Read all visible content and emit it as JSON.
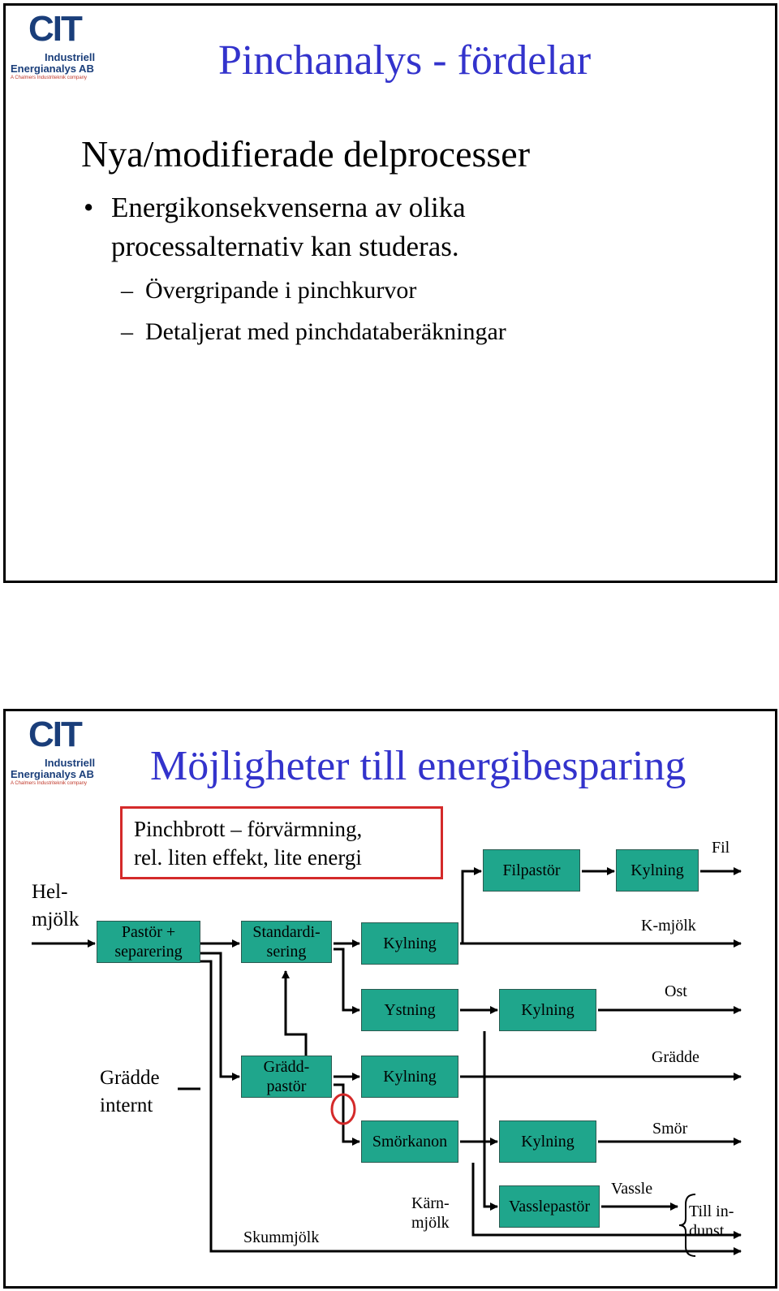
{
  "logo": {
    "mark": "CIT",
    "line1": "Industriell",
    "line2": "Energianalys AB",
    "line3": "A Chalmers Industriteknik company"
  },
  "slide1": {
    "title": "Pinchanalys - fördelar",
    "heading": "Nya/modifierade delprocesser",
    "bullet_marker": "•",
    "bullet": "Energikonsekvenserna av olika processalternativ kan studeras.",
    "sub_marker": "–",
    "subitems": [
      "Övergripande i pinchkurvor",
      "Detaljerat med pinchdataberäkningar"
    ]
  },
  "slide2": {
    "title": "Möjligheter till energibesparing",
    "note": [
      "Pinchbrott – förvärmning,",
      "rel. liten effekt, lite energi"
    ],
    "input_label": [
      "Hel-",
      "mjölk"
    ],
    "cream_internal": [
      "Grädde",
      "internt"
    ],
    "boxes": {
      "pastor_separering": [
        "Pastör +",
        "separering"
      ],
      "standardisering": [
        "Standardi-",
        "sering"
      ],
      "kylning_1": "Kylning",
      "filpastor": "Filpastör",
      "kylning_fil": "Kylning",
      "ystning": "Ystning",
      "kylning_ost": "Kylning",
      "graddpastor": [
        "Grädd-",
        "pastör"
      ],
      "kylning_gradde": "Kylning",
      "smorkanon": "Smörkanon",
      "kylning_smor": "Kylning",
      "vasslepastor": "Vasslepastör"
    },
    "outputs": {
      "fil": "Fil",
      "k_mjolk": "K-mjölk",
      "ost": "Ost",
      "gradde": "Grädde",
      "smor": "Smör",
      "vassle": "Vassle",
      "till_indunst": [
        "Till in-",
        "dunst."
      ],
      "skummjolk": "Skummjölk",
      "karnmjolk": [
        "Kärn-",
        "mjölk"
      ]
    },
    "colors": {
      "box_fill": "#1fa68c",
      "title": "#3333cc",
      "highlight": "#d42a2a"
    }
  }
}
